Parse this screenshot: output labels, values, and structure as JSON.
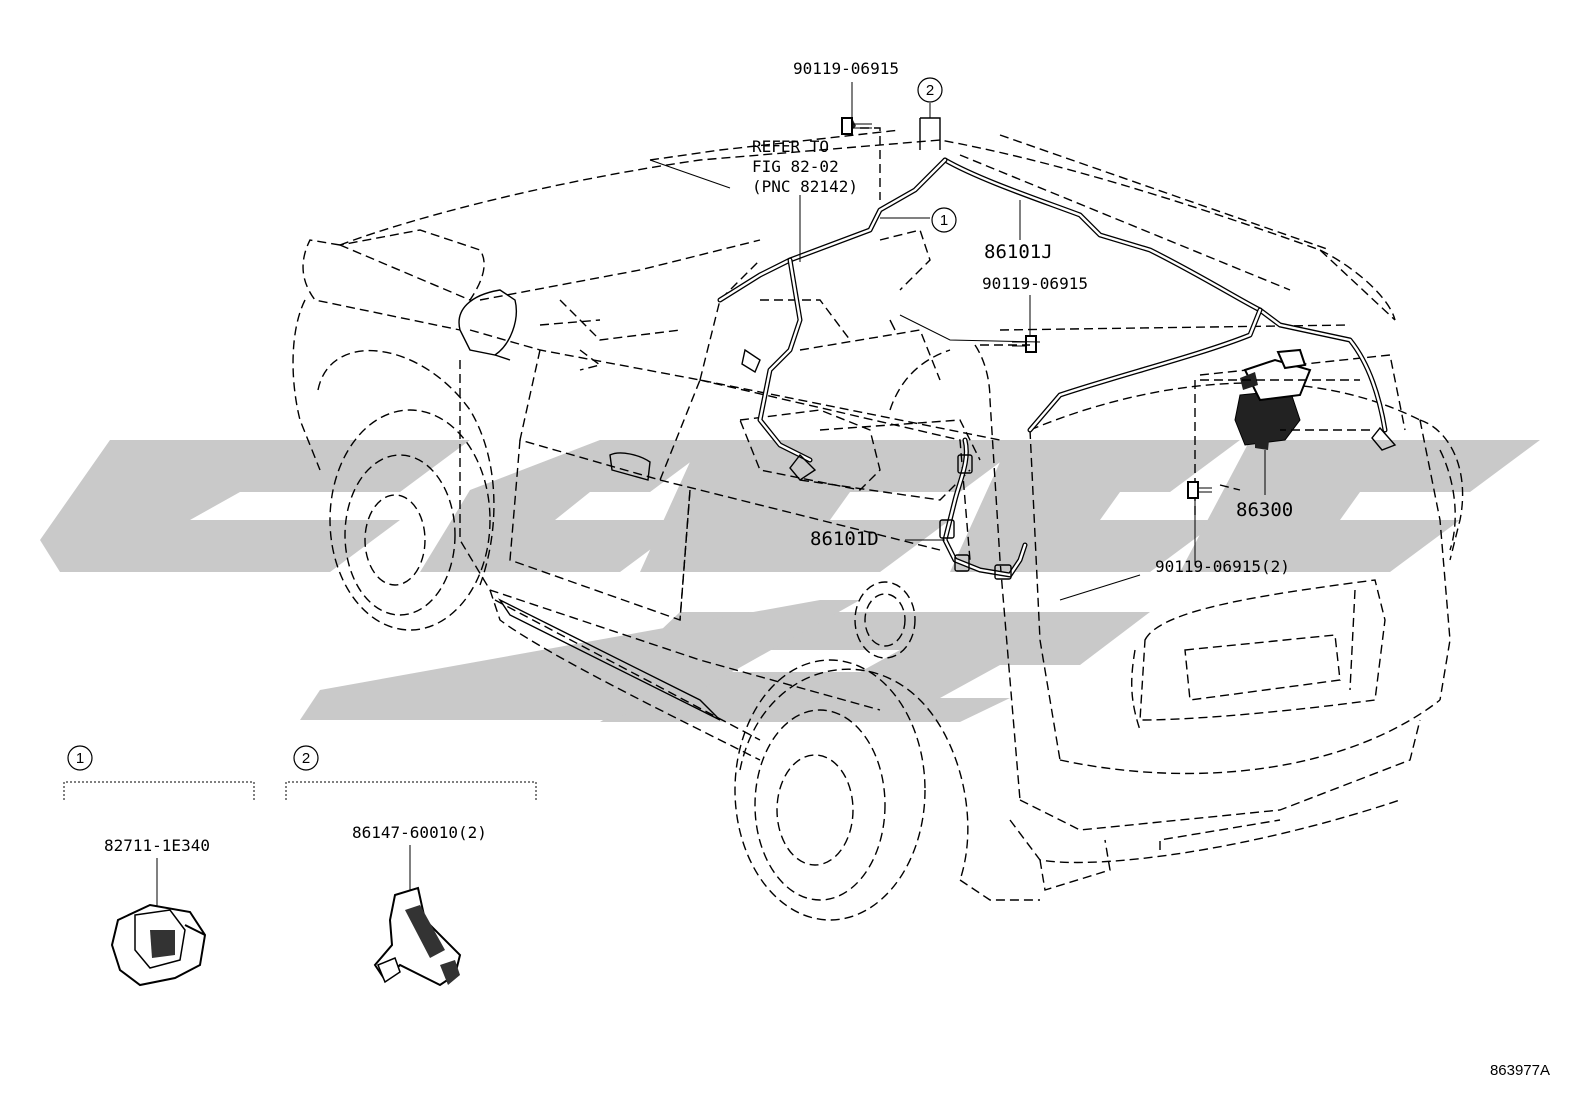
{
  "parts": {
    "bolt_top": "90119-06915",
    "refer_line1": "REFER TO",
    "refer_line2": "FIG 82-02",
    "refer_line3": "(PNC 82142)",
    "harness_roof": "86101J",
    "bolt_mid": "90119-06915",
    "amp": "86300",
    "harness_side": "86101D",
    "bolt_rear": "90119-06915(2)"
  },
  "callouts": {
    "c1": "1",
    "c2": "2"
  },
  "detail_1": {
    "number": "1",
    "part": "82711-1E340"
  },
  "detail_2": {
    "number": "2",
    "part": "86147-60010(2)"
  },
  "figure_id": "863977A"
}
